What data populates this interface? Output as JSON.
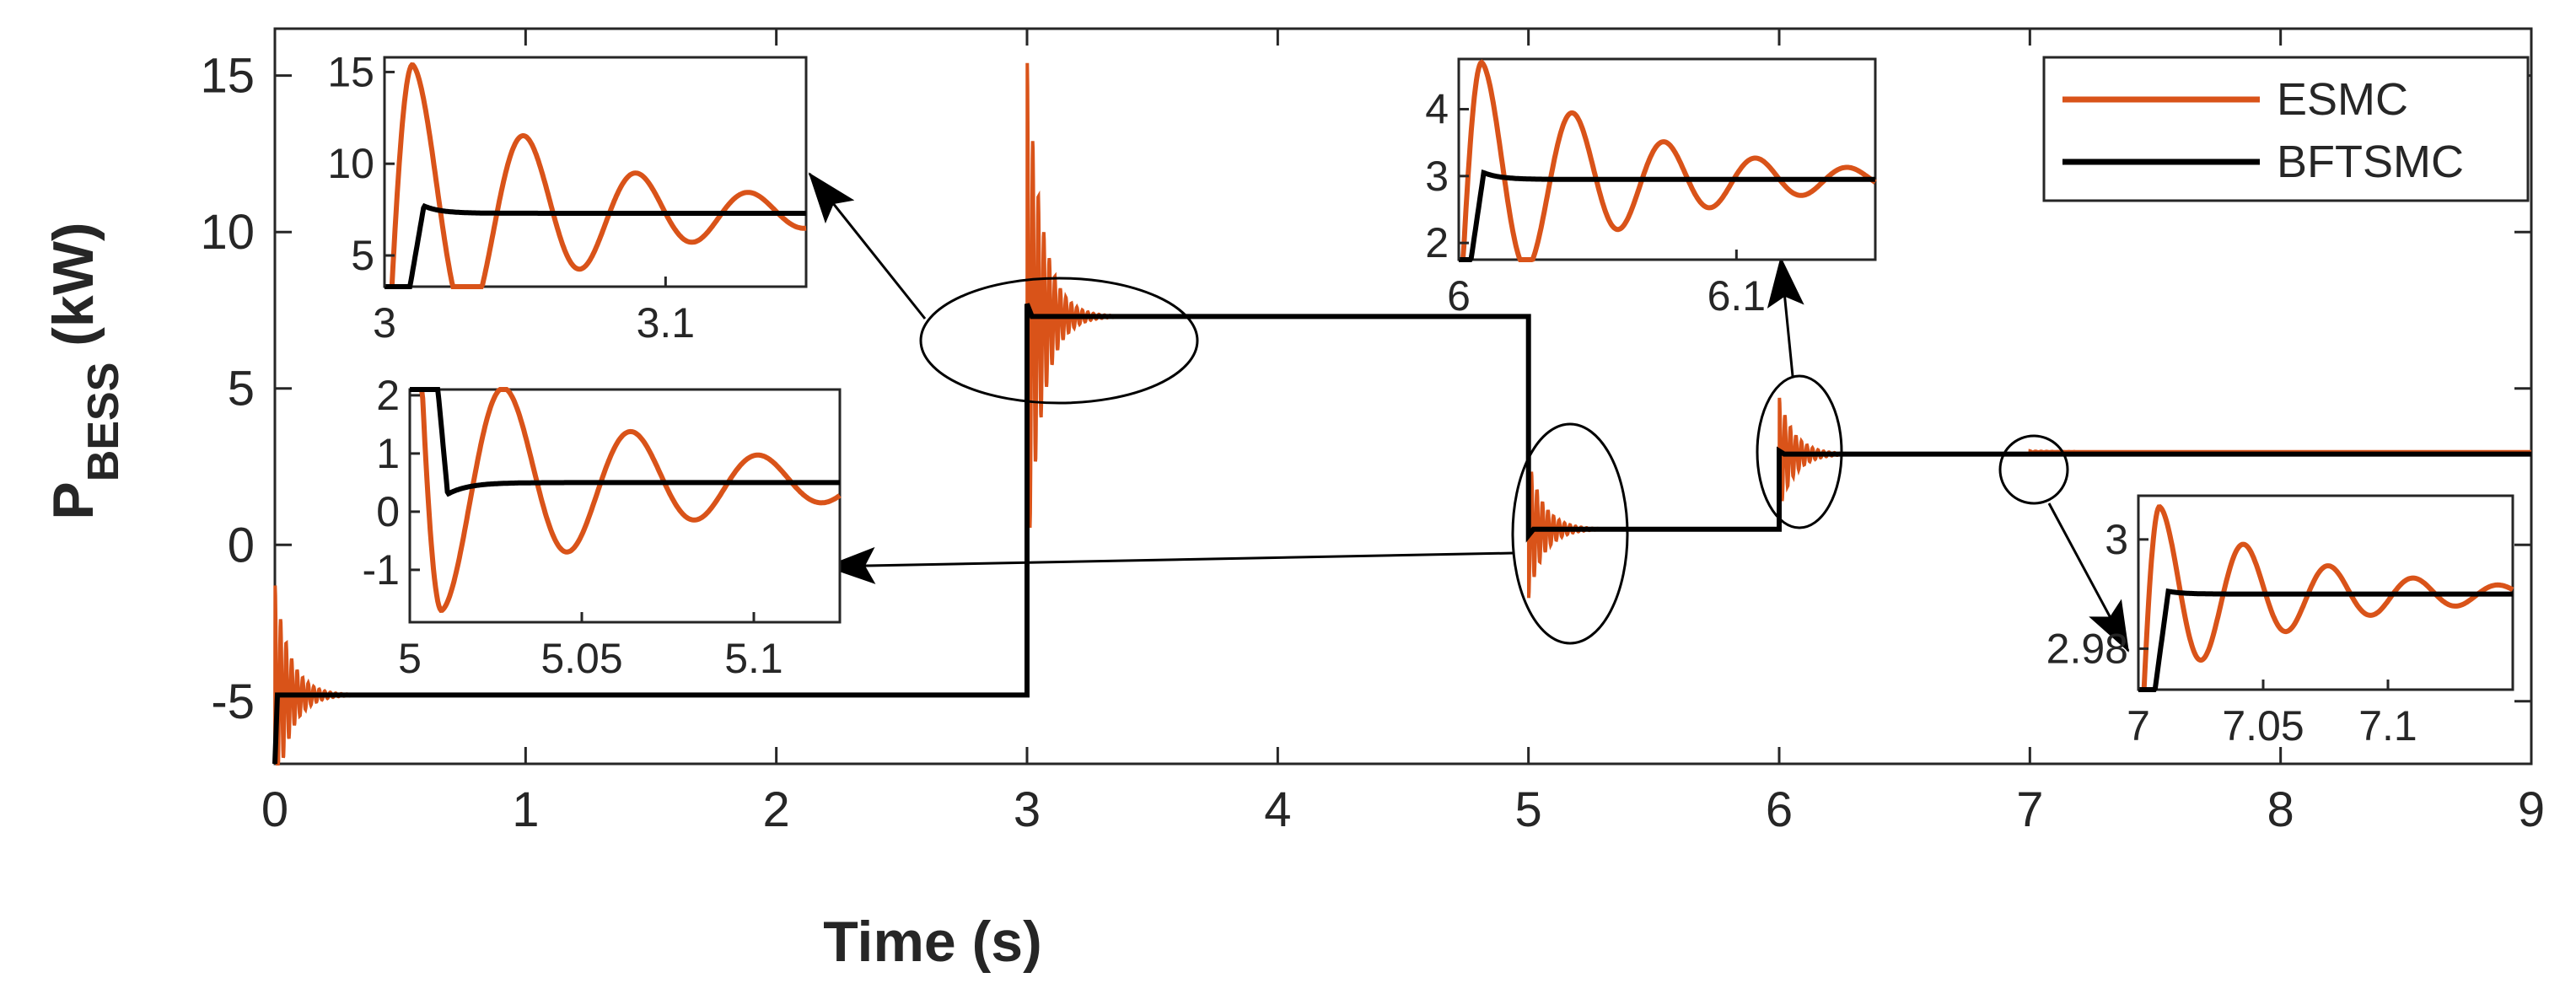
{
  "colors": {
    "esmc": "#D95319",
    "bftsmc": "#000000",
    "axis": "#262626",
    "annotation": "#000000"
  },
  "chart_data": [
    {
      "id": "main",
      "type": "line",
      "title": "",
      "xlabel": "Time (s)",
      "ylabel_main": "P",
      "ylabel_sub": "BESS",
      "ylabel_unit": " (kW)",
      "xlim": [
        0,
        9
      ],
      "ylim": [
        -7,
        16.5
      ],
      "xticks": [
        0,
        1,
        2,
        3,
        4,
        5,
        6,
        7,
        8,
        9
      ],
      "xtick_labels": [
        "0",
        "1",
        "2",
        "3",
        "4",
        "5",
        "6",
        "7",
        "8",
        "9"
      ],
      "yticks": [
        -5,
        0,
        5,
        10,
        15
      ],
      "ytick_labels": [
        "-5",
        "0",
        "5",
        "10",
        "15"
      ],
      "grid": false,
      "legend": {
        "placement": "top-right",
        "entries": [
          "ESMC",
          "BFTSMC"
        ]
      },
      "series": [
        {
          "name": "ESMC",
          "color": "#D95319",
          "setpoints": [
            [
              0,
              -4.8
            ],
            [
              3,
              7.3
            ],
            [
              5,
              0.5
            ],
            [
              6,
              2.9
            ],
            [
              7,
              2.98
            ]
          ],
          "transients": [
            {
              "t": 0,
              "from": -7.0,
              "to": -4.8,
              "peak": -1.3
            },
            {
              "t": 3,
              "from": -4.8,
              "to": 7.3,
              "peak": 15.4
            },
            {
              "t": 5,
              "from": 7.3,
              "to": 0.5,
              "peak": -1.7
            },
            {
              "t": 6,
              "from": 0.5,
              "to": 2.9,
              "peak": 4.7
            },
            {
              "t": 7,
              "from": 2.9,
              "to": 2.98,
              "peak": 3.0
            }
          ]
        },
        {
          "name": "BFTSMC",
          "color": "#000000",
          "points": [
            [
              0,
              -7.0
            ],
            [
              0.01,
              -4.8
            ],
            [
              3,
              -4.8
            ],
            [
              3,
              7.7
            ],
            [
              3.02,
              7.3
            ],
            [
              5,
              7.3
            ],
            [
              5,
              0.3
            ],
            [
              5.02,
              0.5
            ],
            [
              6,
              0.5
            ],
            [
              6,
              3.0
            ],
            [
              6.02,
              2.9
            ],
            [
              9,
              2.9
            ]
          ]
        }
      ]
    },
    {
      "id": "inset-3",
      "type": "line",
      "xlim": [
        3,
        3.15
      ],
      "ylim": [
        3.3,
        15.8
      ],
      "xtick_labels": [
        "3",
        "3.1"
      ],
      "xticks": [
        3,
        3.1
      ],
      "ytick_labels": [
        "5",
        "10",
        "15"
      ],
      "yticks": [
        5,
        10,
        15
      ],
      "esmc": {
        "t0": 3.0,
        "from": -4.8,
        "final": 7.3,
        "overshoot": 8.1,
        "period": 0.04,
        "decay": 0.061
      },
      "bftsmc": {
        "t0": 3.0,
        "from": -4.8,
        "final": 7.3,
        "peak": 7.7,
        "rise": 0.014
      }
    },
    {
      "id": "inset-5",
      "type": "line",
      "xlim": [
        5,
        5.125
      ],
      "ylim": [
        -1.9,
        2.1
      ],
      "xtick_labels": [
        "5",
        "5.05",
        "5.1"
      ],
      "xticks": [
        5,
        5.05,
        5.1
      ],
      "ytick_labels": [
        "-1",
        "0",
        "1",
        "2"
      ],
      "yticks": [
        -1,
        0,
        1,
        2
      ],
      "esmc": {
        "t0": 5.0,
        "from": 7.3,
        "final": 0.5,
        "overshoot": -2.2,
        "period": 0.037,
        "decay": 0.06
      },
      "bftsmc": {
        "t0": 5.0,
        "from": 7.3,
        "final": 0.5,
        "peak": 0.3,
        "rise": 0.011
      }
    },
    {
      "id": "inset-6",
      "type": "line",
      "xlim": [
        6,
        6.15
      ],
      "ylim": [
        1.75,
        4.75
      ],
      "xtick_labels": [
        "6",
        "6.1"
      ],
      "xticks": [
        6,
        6.1
      ],
      "ytick_labels": [
        "2",
        "3",
        "4"
      ],
      "yticks": [
        2,
        3,
        4
      ],
      "esmc": {
        "t0": 6.0,
        "from": 0.5,
        "final": 2.95,
        "overshoot": 1.75,
        "period": 0.033,
        "decay": 0.058
      },
      "bftsmc": {
        "t0": 6.0,
        "from": 0.5,
        "final": 2.95,
        "peak": 3.05,
        "rise": 0.009
      }
    },
    {
      "id": "inset-7",
      "type": "line",
      "xlim": [
        7,
        7.15
      ],
      "ylim": [
        2.9725,
        3.008
      ],
      "xtick_labels": [
        "7",
        "7.05",
        "7.1"
      ],
      "xticks": [
        7,
        7.05,
        7.1
      ],
      "ytick_labels": [
        "2.98",
        "3"
      ],
      "yticks": [
        2.98,
        3
      ],
      "esmc": {
        "t0": 7.0,
        "from": 2.95,
        "final": 2.99,
        "overshoot": 0.016,
        "period": 0.034,
        "decay": 0.06
      },
      "bftsmc": {
        "t0": 7.0,
        "from": 2.95,
        "final": 2.99,
        "peak": 2.9905,
        "rise": 0.012
      }
    }
  ]
}
